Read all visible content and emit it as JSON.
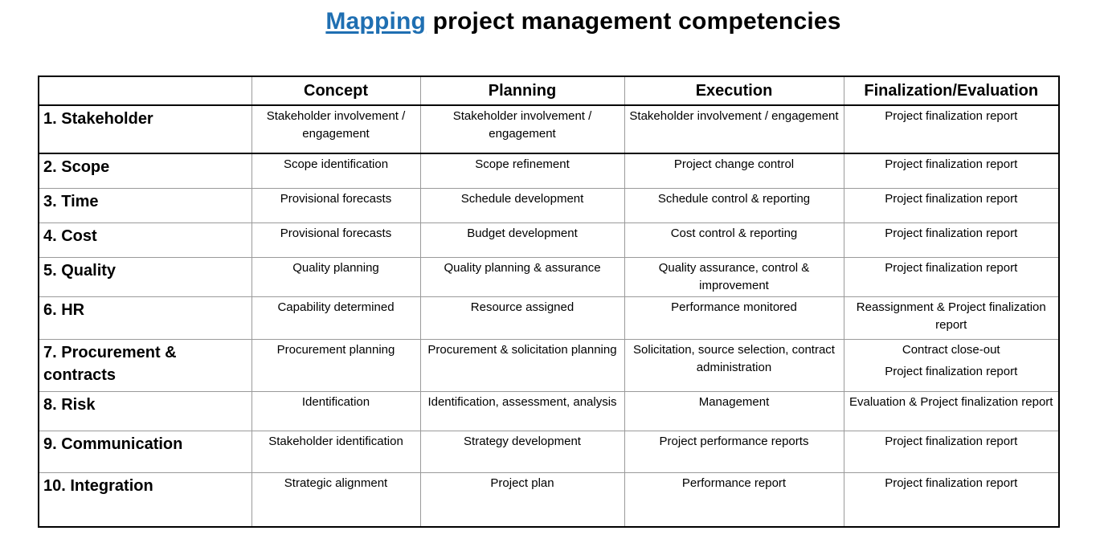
{
  "title": {
    "link_text": "Mapping",
    "rest": " project management competencies"
  },
  "table": {
    "headers": [
      "",
      "Concept",
      "Planning",
      "Execution",
      "Finalization/Evaluation"
    ],
    "rows": [
      {
        "area": "1. Stakeholder",
        "concept": "Stakeholder involvement / engagement",
        "planning": "Stakeholder involvement / engagement",
        "execution": "Stakeholder involvement / engagement",
        "final": "Project finalization report"
      },
      {
        "area": "2. Scope",
        "concept": "Scope identification",
        "planning": "Scope refinement",
        "execution": "Project change control",
        "final": "Project finalization report"
      },
      {
        "area": "3. Time",
        "concept": "Provisional forecasts",
        "planning": "Schedule development",
        "execution": "Schedule control & reporting",
        "final": "Project finalization report"
      },
      {
        "area": "4. Cost",
        "concept": "Provisional forecasts",
        "planning": "Budget development",
        "execution": "Cost control & reporting",
        "final": "Project finalization report"
      },
      {
        "area": "5. Quality",
        "concept": "Quality planning",
        "planning": "Quality planning & assurance",
        "execution": "Quality assurance,  control & improvement",
        "final": "Project finalization report"
      },
      {
        "area": "6. HR",
        "concept": "Capability determined",
        "planning": "Resource assigned",
        "execution": "Performance monitored",
        "final": "Reassignment & Project finalization report"
      },
      {
        "area": "7. Procurement & contracts",
        "concept": "Procurement planning",
        "planning": "Procurement & solicitation planning",
        "execution": "Solicitation, source selection, contract administration",
        "final": "Contract close-out",
        "final_2": "Project finalization report"
      },
      {
        "area": "8. Risk",
        "concept": "Identification",
        "planning": "Identification, assessment, analysis",
        "execution": "Management",
        "final": "Evaluation & Project finalization report"
      },
      {
        "area": "9. Communication",
        "concept": "Stakeholder identification",
        "planning": "Strategy development",
        "execution": "Project performance reports",
        "final": "Project finalization report"
      },
      {
        "area": "10. Integration",
        "concept": "Strategic alignment",
        "planning": "Project plan",
        "execution": "Performance report",
        "final": "Project finalization report"
      }
    ]
  }
}
